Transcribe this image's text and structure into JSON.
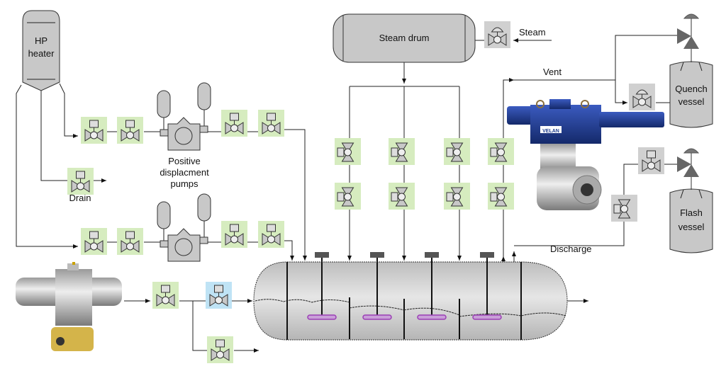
{
  "labels": {
    "hp_heater_line1": "HP",
    "hp_heater_line2": "heater",
    "drain": "Drain",
    "pumps_line1": "Positive",
    "pumps_line2": "displacment",
    "pumps_line3": "pumps",
    "steam_drum": "Steam drum",
    "steam": "Steam",
    "vent": "Vent",
    "quench_line1": "Quench",
    "quench_line2": "vessel",
    "flash_line1": "Flash",
    "flash_line2": "vessel",
    "discharge": "Discharge",
    "velan_logo": "VELAN"
  },
  "colors": {
    "valve_green": "#d6ecbf",
    "valve_gray": "#d0d0d0",
    "valve_blue": "#bfe3f5",
    "vessel_gray": "#c8c8c8",
    "impeller_purple": "#9b3fb5",
    "actuator_blue": "#1e3d8f"
  }
}
